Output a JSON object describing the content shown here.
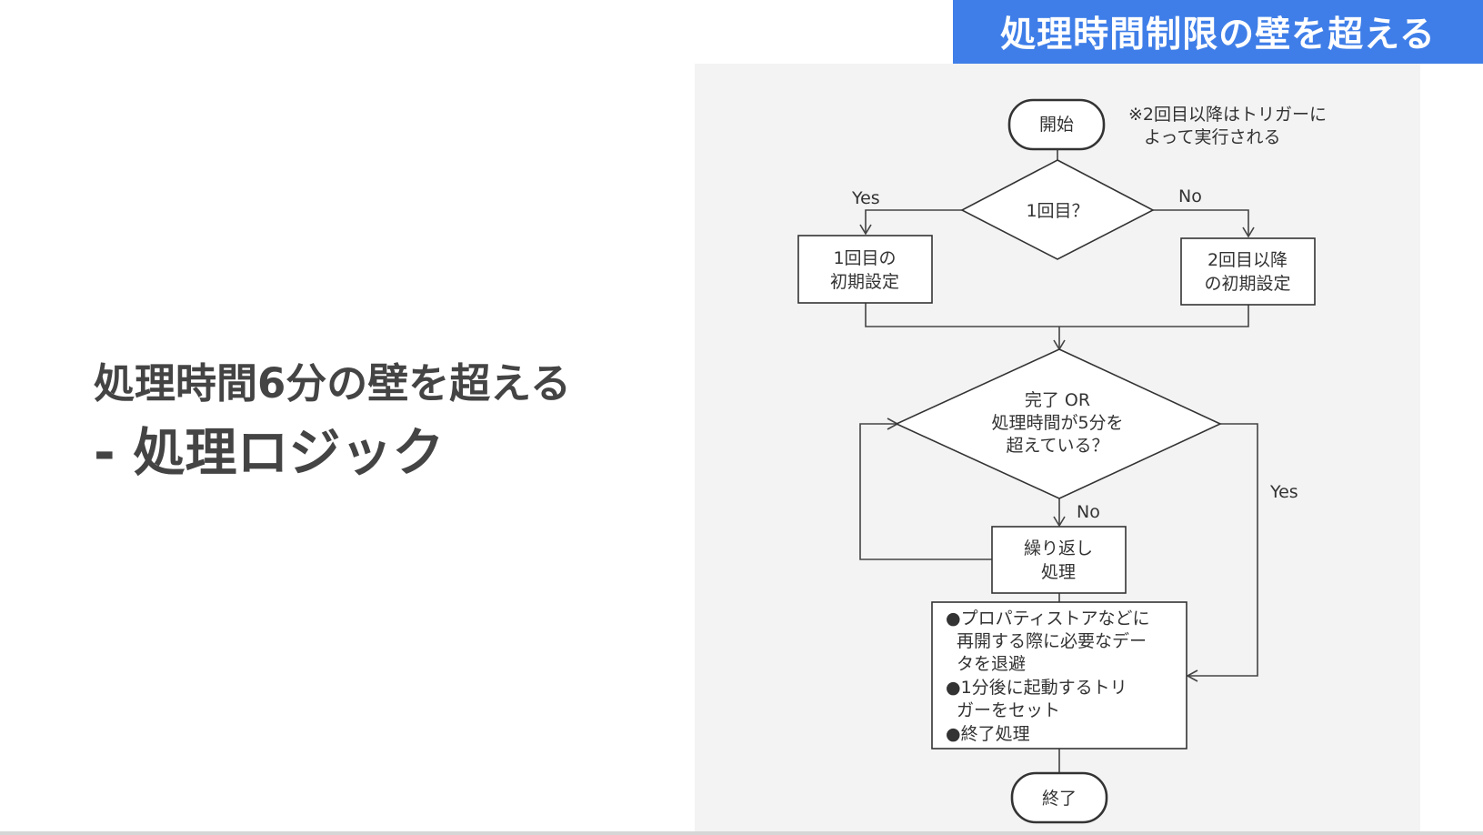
{
  "banner": {
    "title": "処理時間制限の壁を超える"
  },
  "heading": {
    "line1": "処理時間6分の壁を超える",
    "line2": "- 処理ロジック"
  },
  "flowchart": {
    "nodes": {
      "start": {
        "lines": [
          "開始"
        ]
      },
      "note": {
        "lines": [
          "※2回目以降はトリガーに",
          "よって実行される"
        ]
      },
      "decision_first": {
        "lines": [
          "1回目？"
        ]
      },
      "init_first": {
        "lines": [
          "1回目の",
          "初期設定"
        ]
      },
      "init_later": {
        "lines": [
          "2回目以降",
          "の初期設定"
        ]
      },
      "decision_done": {
        "lines": [
          "完了 OR",
          "処理時間が5分を",
          "超えている？"
        ]
      },
      "loop_process": {
        "lines": [
          "繰り返し",
          "処理"
        ]
      },
      "finalize": {
        "lines": [
          "●プロパティストアなどに",
          "再開する際に必要なデー",
          "タを退避",
          "●1分後に起動するトリ",
          "ガーをセット",
          "●終了処理"
        ]
      },
      "end": {
        "lines": [
          "終了"
        ]
      }
    },
    "edge_labels": {
      "first_yes": "Yes",
      "first_no": "No",
      "done_no": "No",
      "done_yes": "Yes"
    }
  },
  "colors": {
    "banner_bg": "#3f7ee8",
    "banner_text": "#ffffff",
    "heading_text": "#444444",
    "panel_bg": "#f3f3f3",
    "stroke": "#333333"
  }
}
